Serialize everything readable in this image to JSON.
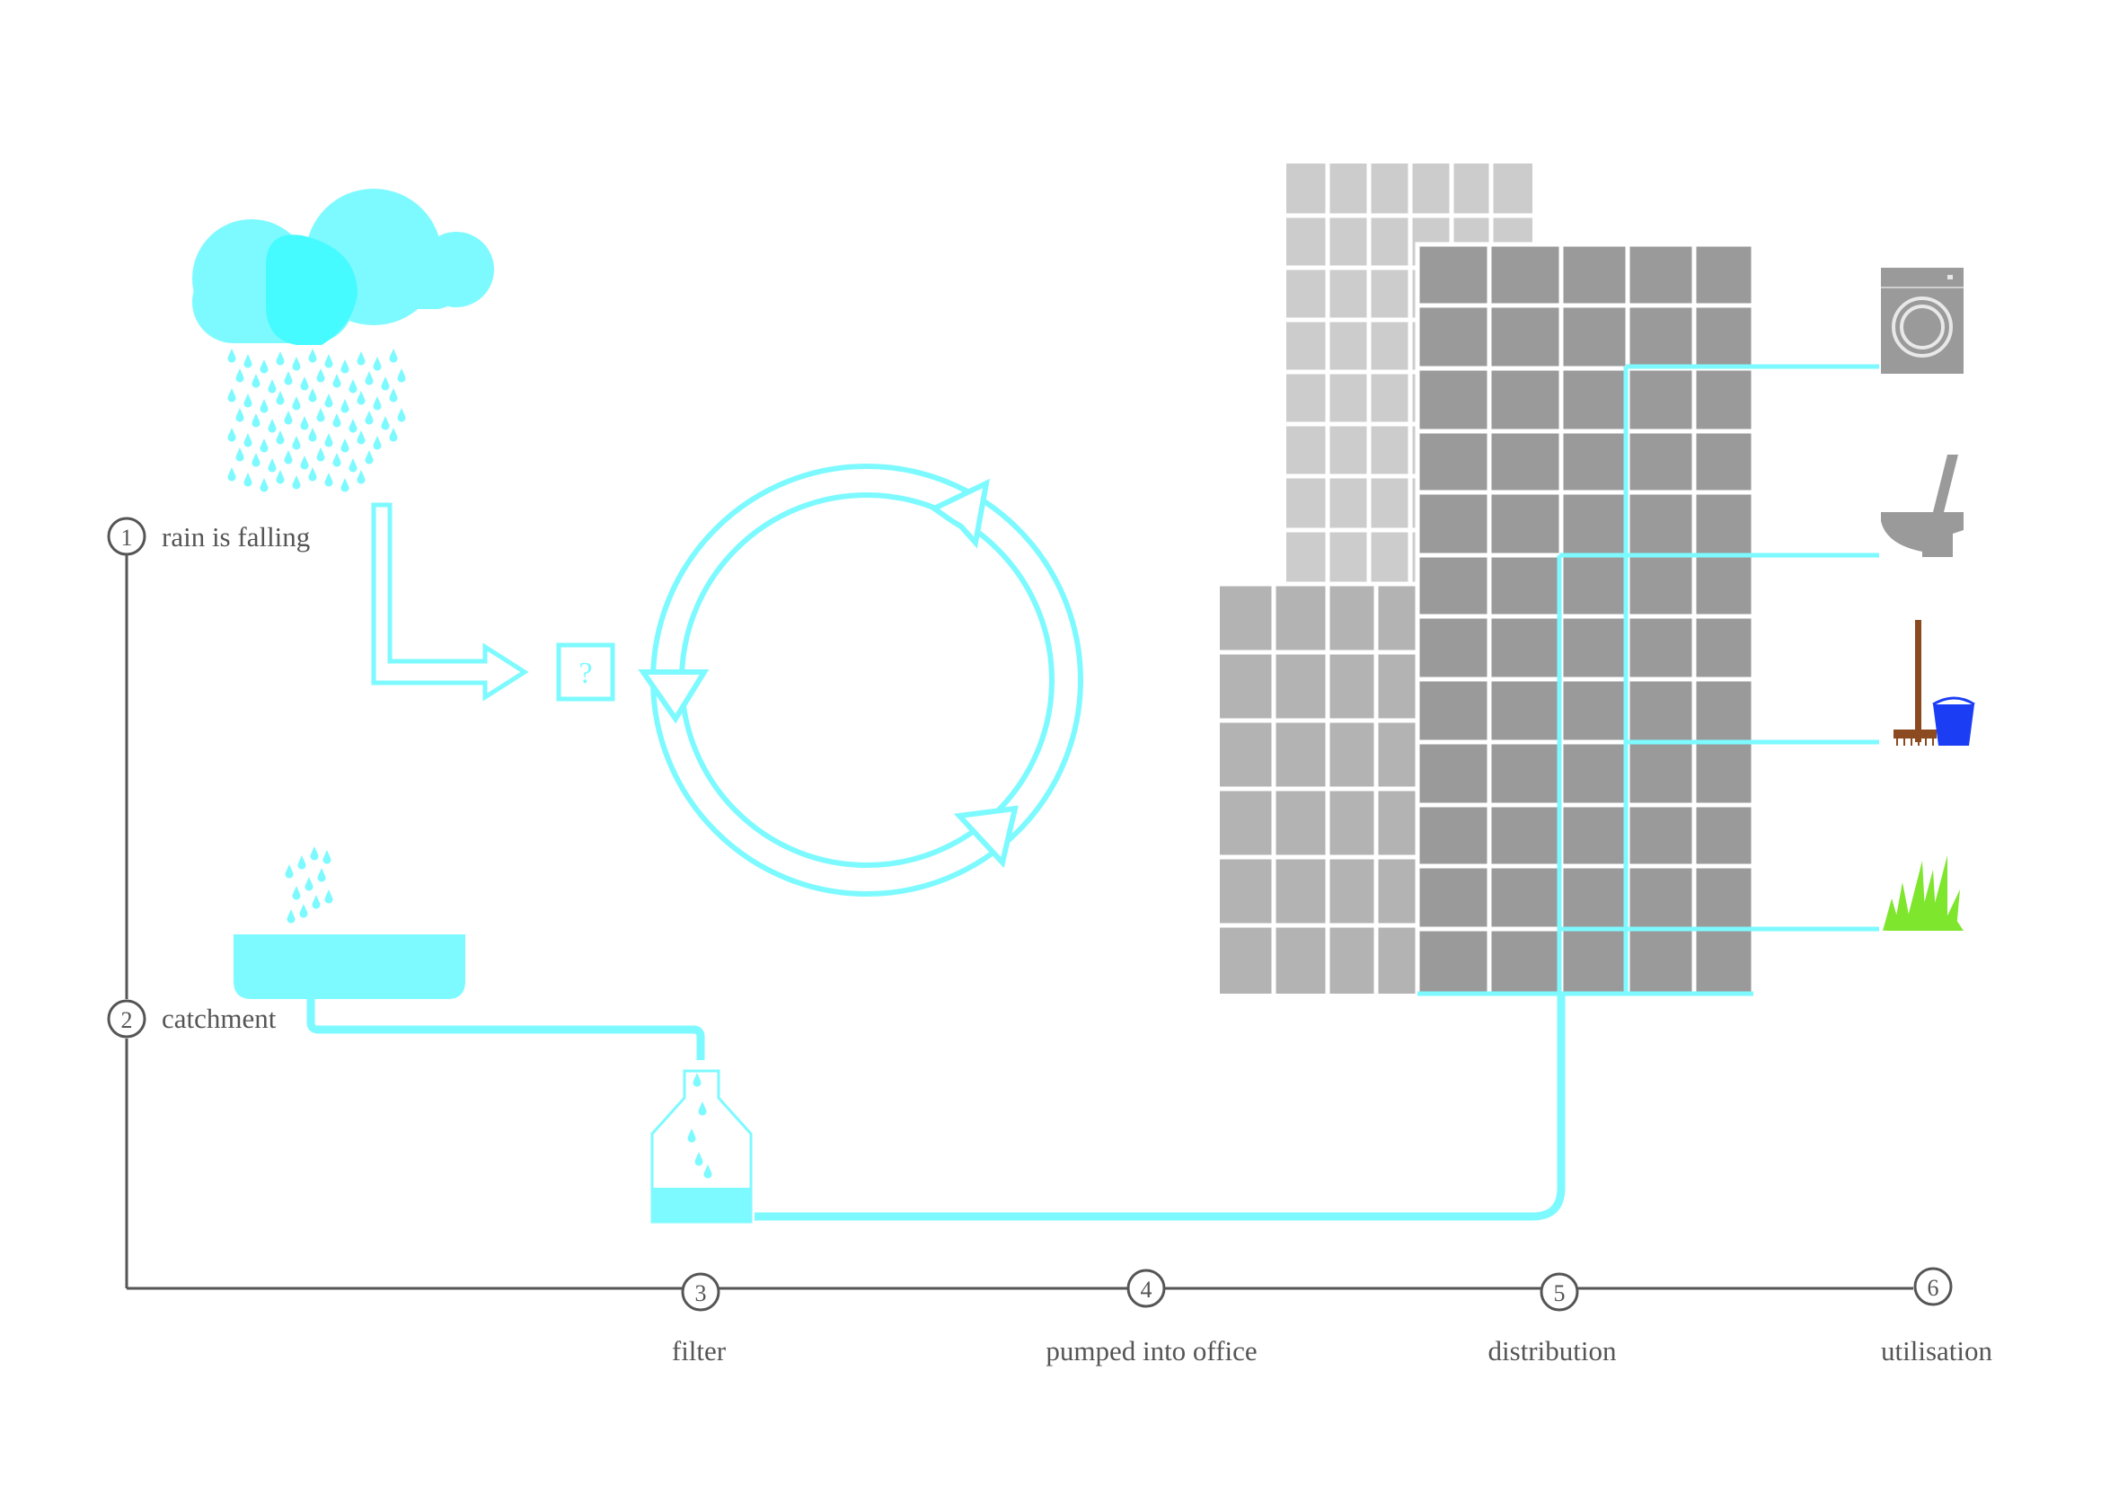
{
  "steps": [
    {
      "number": "1",
      "label": "rain is falling"
    },
    {
      "number": "2",
      "label": "catchment"
    },
    {
      "number": "3",
      "label": "filter"
    },
    {
      "number": "4",
      "label": "pumped into office"
    },
    {
      "number": "5",
      "label": "distribution"
    },
    {
      "number": "6",
      "label": "utilisation"
    }
  ],
  "unknown_step_mark": "?",
  "appliances": [
    "washing-machine",
    "toilet",
    "broom-and-bucket",
    "grass"
  ],
  "colors": {
    "water": "#7dfaff",
    "water_overlap": "#45fbff",
    "timeline": "#555555",
    "building_light": "#cccccc",
    "building_mid": "#b3b3b3",
    "building_dark": "#9a9a9a",
    "bucket": "#1b3ef5",
    "grass": "#7ee62c",
    "broom_handle": "#8b4a1f"
  }
}
